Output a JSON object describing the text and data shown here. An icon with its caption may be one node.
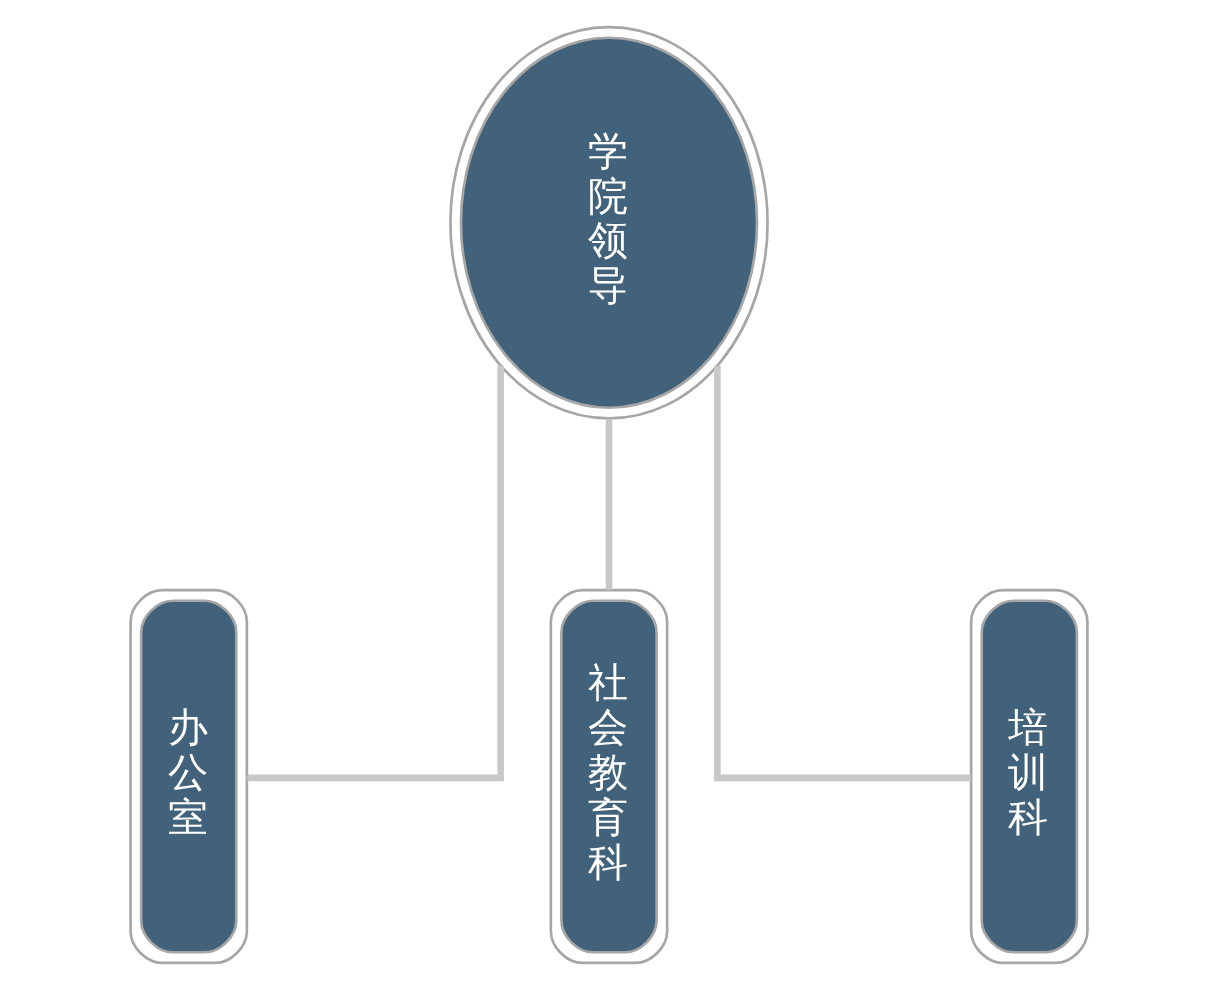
{
  "diagram": {
    "nodes": [
      {
        "text": [
          "学院领导"
        ]
      },
      {
        "text": [
          "办公室"
        ]
      },
      {
        "text": [
          "社会教育科"
        ]
      },
      {
        "text": [
          "培训科"
        ]
      }
    ],
    "edges": [
      {
        "from": 0,
        "to": 1,
        "arrow": "none"
      },
      {
        "from": 0,
        "to": 2,
        "arrow": "none"
      },
      {
        "from": 0,
        "to": 3,
        "arrow": "none"
      }
    ]
  }
}
